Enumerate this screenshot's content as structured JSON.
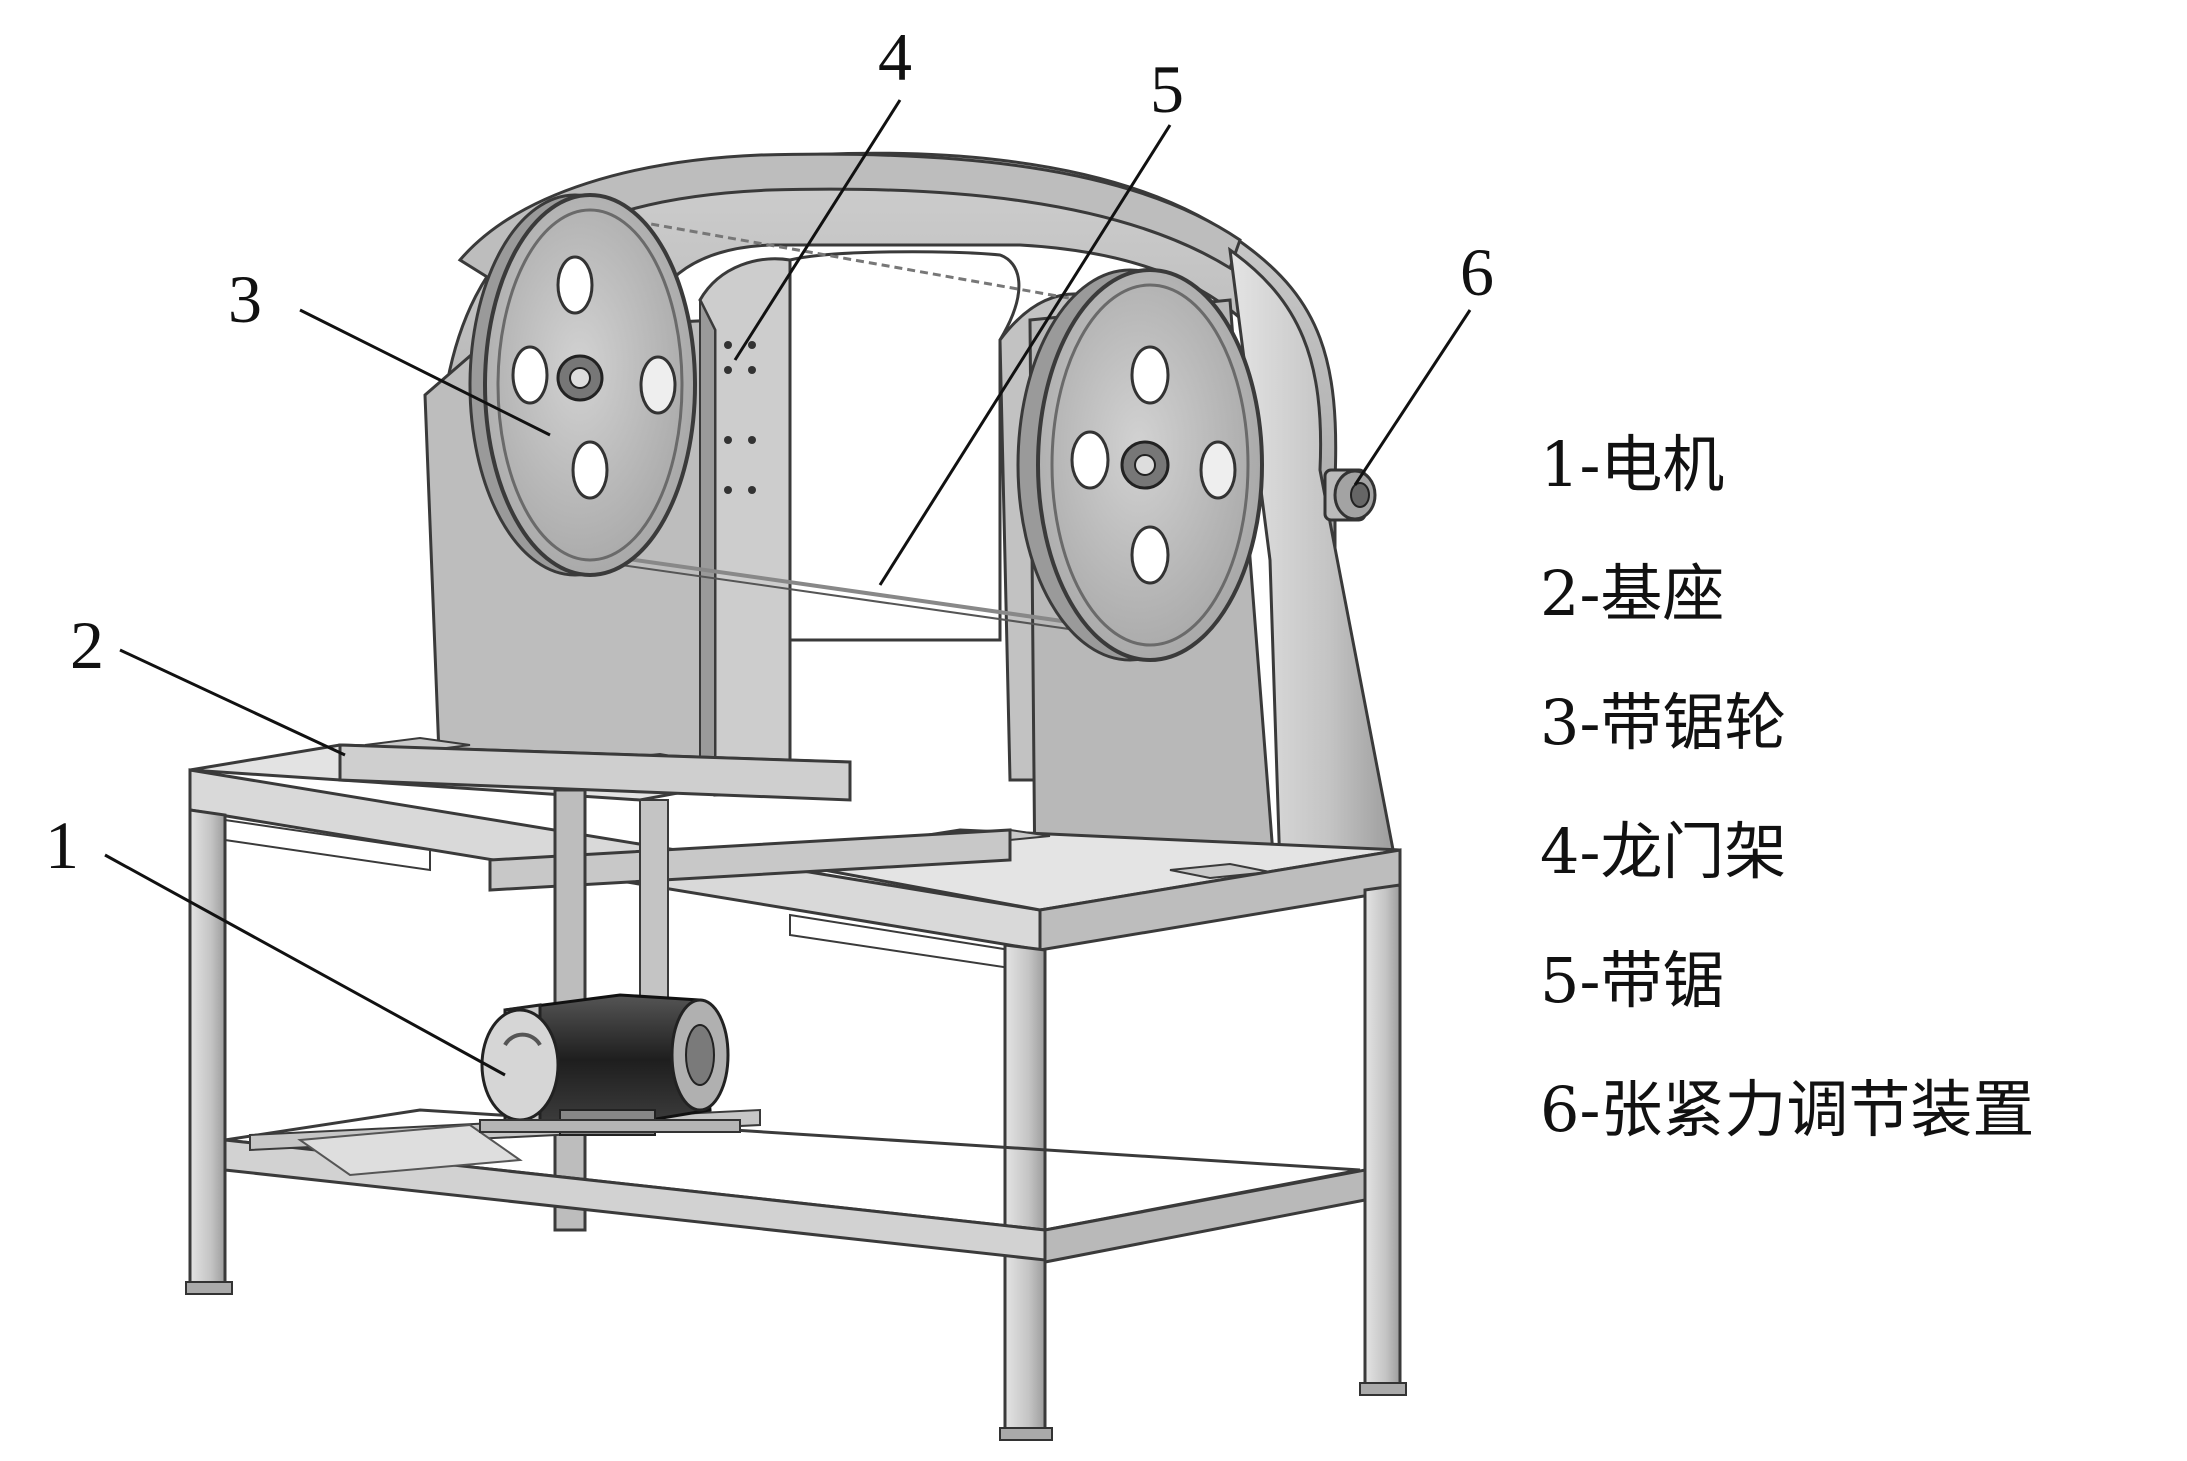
{
  "diagram": {
    "callouts": [
      {
        "id": "1",
        "text": "1"
      },
      {
        "id": "2",
        "text": "2"
      },
      {
        "id": "3",
        "text": "3"
      },
      {
        "id": "4",
        "text": "4"
      },
      {
        "id": "5",
        "text": "5"
      },
      {
        "id": "6",
        "text": "6"
      }
    ],
    "legend": [
      {
        "label": "1-电机"
      },
      {
        "label": "2-基座"
      },
      {
        "label": "3-带锯轮"
      },
      {
        "label": "4-龙门架"
      },
      {
        "label": "5-带锯"
      },
      {
        "label": "6-张紧力调节装置"
      }
    ],
    "colors": {
      "metal_light": "#d6d6d6",
      "metal_mid": "#b4b4b4",
      "metal_dark": "#8c8c8c",
      "outline": "#3a3a3a",
      "motor_dark": "#2b2b2b"
    }
  }
}
